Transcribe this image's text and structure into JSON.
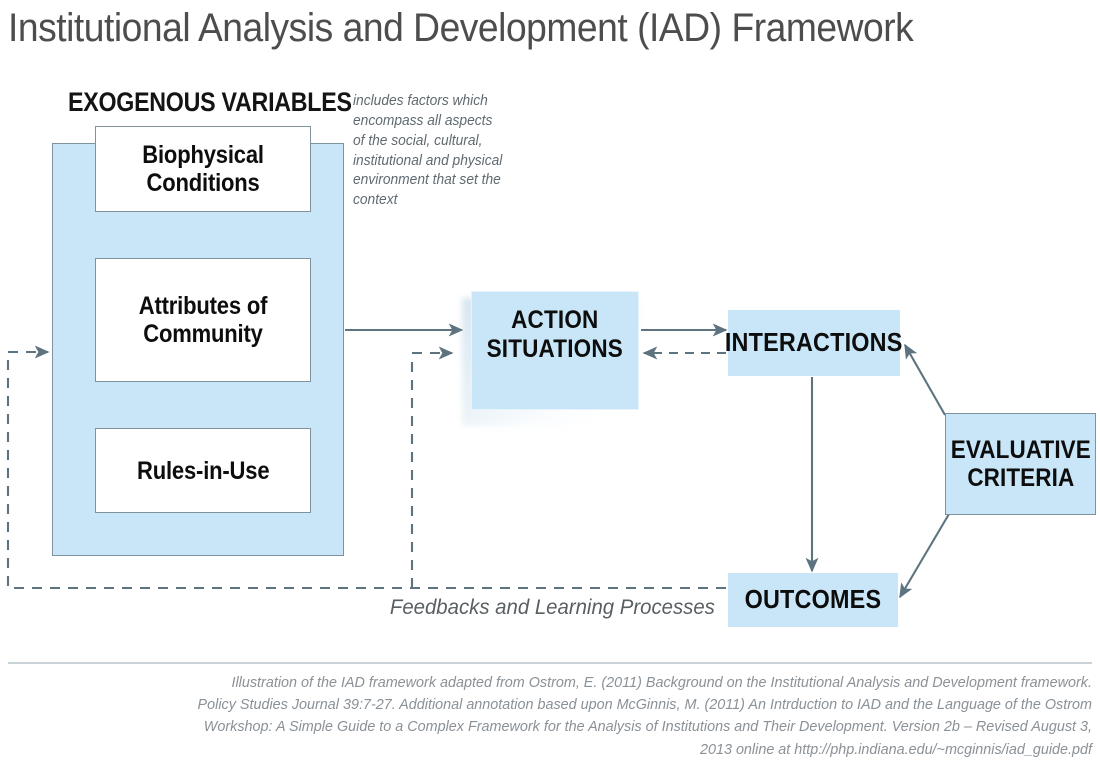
{
  "page": {
    "title": "Institutional Analysis and Development (IAD)  Framework"
  },
  "colors": {
    "box_fill": "#c8e6f7",
    "box_border": "#7e939d",
    "connector": "#5d7480",
    "title_text": "#4d4d4d",
    "caption_text": "#8a9197",
    "annotation_text": "#5f6a70",
    "divider": "#c9d2d6"
  },
  "exogenous": {
    "heading": "EXOGENOUS VARIABLES",
    "annotation": "includes factors which encompass all aspects of the social, cultural, institutional and physical environment that set the context",
    "boxes": [
      {
        "id": "biophysical",
        "label": "Biophysical\nConditions"
      },
      {
        "id": "attributes",
        "label": "Attributes of\nCommunity"
      },
      {
        "id": "rules",
        "label": "Rules-in-Use"
      }
    ]
  },
  "nodes": {
    "action_situations": "ACTION\nSITUATIONS",
    "interactions": "INTERACTIONS",
    "outcomes": "OUTCOMES",
    "evaluative_criteria": "EVALUATIVE\nCRITERIA"
  },
  "feedback": {
    "label": "Feedbacks and Learning Processes"
  },
  "footer": {
    "caption": "Illustration of the IAD framework adapted from Ostrom, E. (2011) Background on the Institutional Analysis and Development framework. Policy Studies Journal 39:7-27. Additional annotation based upon McGinnis, M. (2011) An Intrduction to IAD and the Language of the Ostrom Workshop: A Simple Guide to a Complex Framework for the Analysis of Institutions and Their Development. Version 2b – Revised August 3, 2013 online at http://php.indiana.edu/~mcginnis/iad_guide.pdf"
  }
}
